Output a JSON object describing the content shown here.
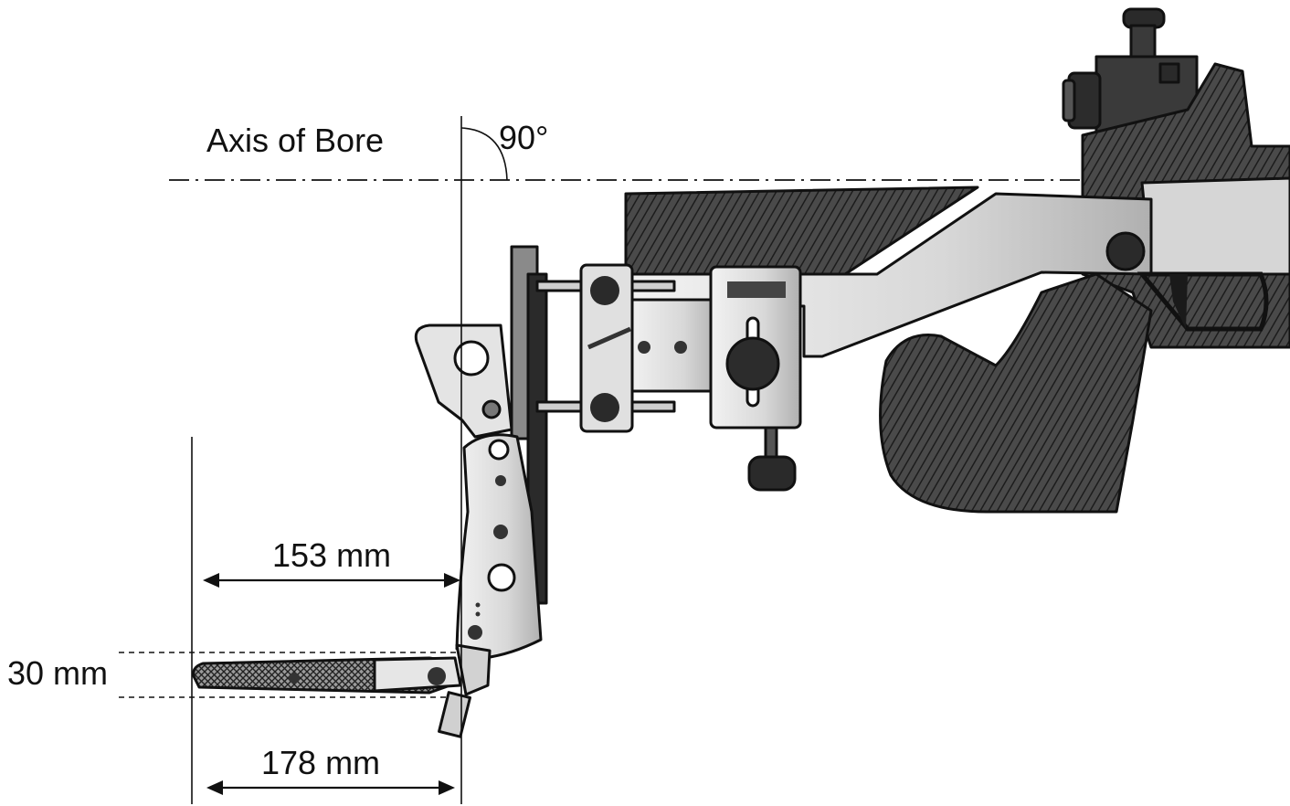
{
  "labels": {
    "axis_of_bore": "Axis of Bore",
    "angle": "90°",
    "dim_153": "153 mm",
    "dim_30": "30 mm",
    "dim_178": "178 mm"
  },
  "colors": {
    "ink": "#111111",
    "wood": "#3a3a3a",
    "metal_light": "#e2e2e2",
    "metal_mid": "#c4c4c4"
  }
}
